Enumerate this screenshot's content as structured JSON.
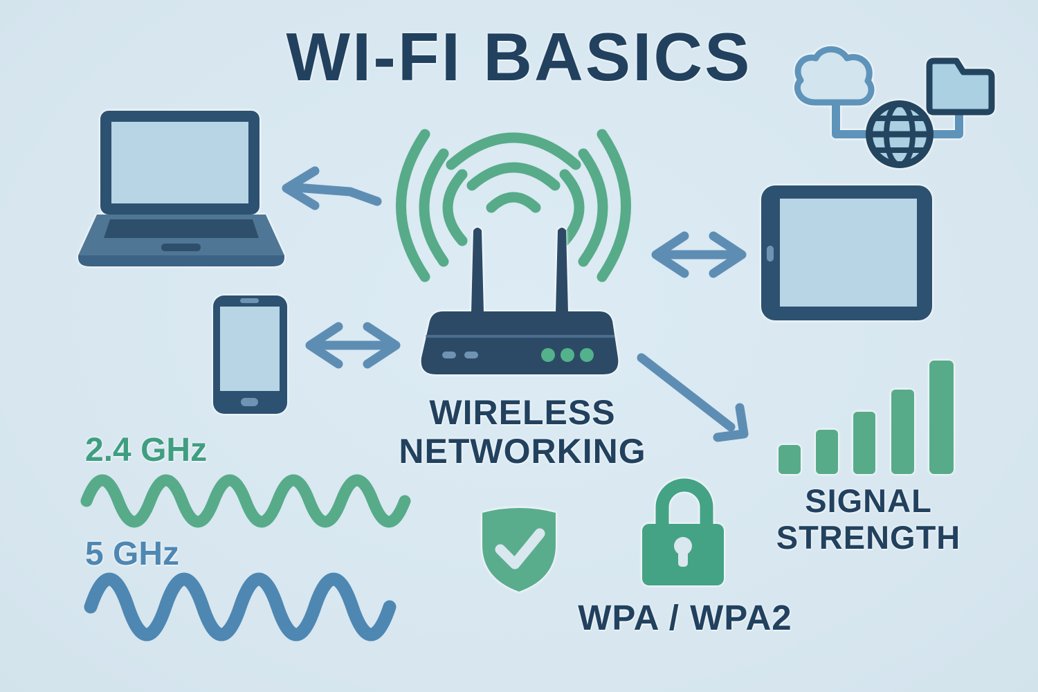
{
  "title": "WI-FI BASICS",
  "labels": {
    "wireless_line1": "WIRELESS",
    "wireless_line2": "NETWORKING",
    "band_24ghz": "2.4 GHz",
    "band_5ghz": "5 GHz",
    "signal_line1": "SIGNAL",
    "signal_line2": "STRENGTH",
    "security": "WPA / WPA2"
  },
  "signal_bars": {
    "count": 5
  },
  "colors": {
    "background": "#d9e7ef",
    "navy_text": "#21415e",
    "device_navy": "#2d5170",
    "router_navy": "#2c4a66",
    "screen_blue": "#b7d5e4",
    "arrow_blue": "#5e8db4",
    "accent_slate": "#6f93b3",
    "wifi_green": "#57ab89",
    "led_green": "#53b28b",
    "band24_text_green": "#3f9e81",
    "band5_wave_blue": "#4e87b2",
    "security_green": "#46a385"
  },
  "icons": [
    "cloud-icon",
    "globe-icon",
    "folder-icon",
    "laptop-icon",
    "smartphone-icon",
    "tablet-icon",
    "router-icon",
    "wifi-waves-icon",
    "left-arrow-icon",
    "phone-double-arrow-icon",
    "tablet-double-arrow-icon",
    "diagonal-arrow-icon",
    "wave-24ghz-icon",
    "wave-5ghz-icon",
    "shield-check-icon",
    "padlock-icon",
    "signal-bars-icon"
  ]
}
